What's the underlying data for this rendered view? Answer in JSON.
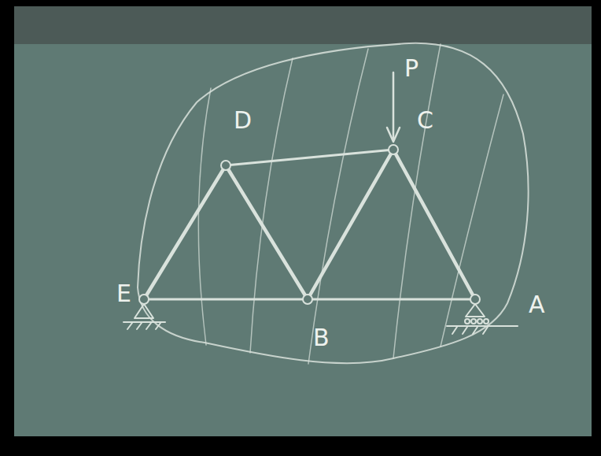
{
  "diagram": {
    "labels": [
      "P",
      "D",
      "C",
      "E",
      "B",
      "A"
    ]
  }
}
